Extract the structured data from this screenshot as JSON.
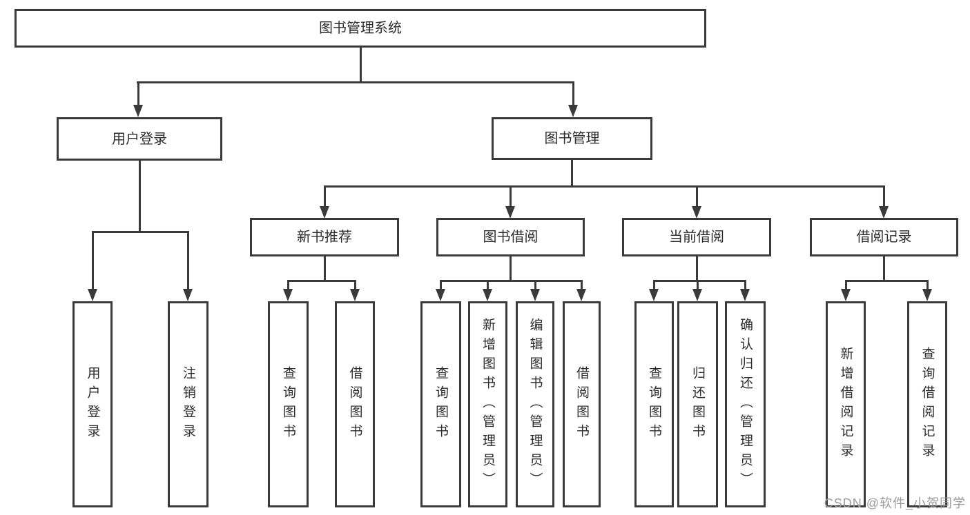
{
  "tree": {
    "label": "图书管理系统",
    "children": [
      {
        "label": "用户登录",
        "children": [
          {
            "label": "用户登录"
          },
          {
            "label": "注销登录"
          }
        ]
      },
      {
        "label": "图书管理",
        "children": [
          {
            "label": "新书推荐",
            "children": [
              {
                "label": "查询图书"
              },
              {
                "label": "借阅图书"
              }
            ]
          },
          {
            "label": "图书借阅",
            "children": [
              {
                "label": "查询图书"
              },
              {
                "label": "新增图书（管理员）"
              },
              {
                "label": "编辑图书（管理员）"
              },
              {
                "label": "借阅图书"
              }
            ]
          },
          {
            "label": "当前借阅",
            "children": [
              {
                "label": "查询图书"
              },
              {
                "label": "归还图书"
              },
              {
                "label": "确认归还（管理员）"
              }
            ]
          },
          {
            "label": "借阅记录",
            "children": [
              {
                "label": "新增借阅记录"
              },
              {
                "label": "查询借阅记录"
              }
            ]
          }
        ]
      }
    ]
  },
  "watermark": {
    "text": "CSDN @软件_小贺同学"
  },
  "colors": {
    "line": "#3a3a3a",
    "text": "#2d2d2d",
    "watermark": "#9c9c9c",
    "background": "#ffffff"
  }
}
